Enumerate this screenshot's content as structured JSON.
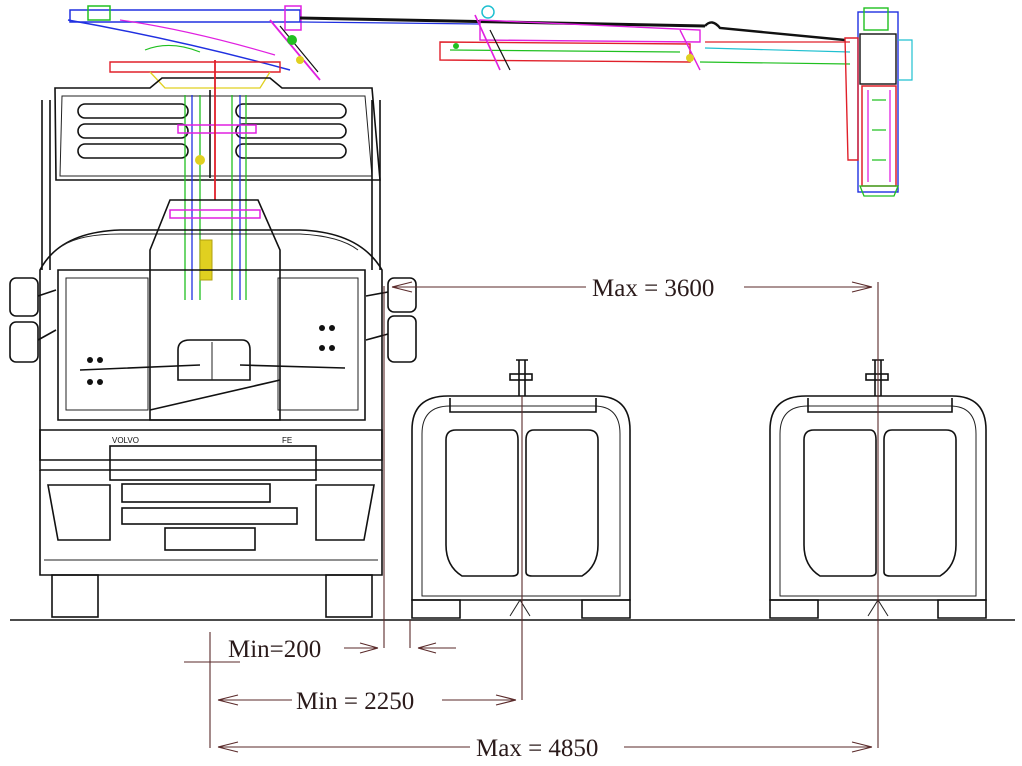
{
  "dimensions": {
    "max_reach": {
      "label": "Max = 3600"
    },
    "min_gap": {
      "label": "Min=200"
    },
    "min_center": {
      "label": "Min = 2250"
    },
    "max_center": {
      "label": "Max = 4850"
    }
  },
  "truck": {
    "brand_mark": "VOLVO",
    "model_mark": "FE"
  },
  "colors": {
    "ink": "#111111",
    "dimension": "#5a2a2a",
    "arm_red": "#e0202a",
    "arm_magenta": "#e020e0",
    "arm_green": "#20c020",
    "arm_blue": "#2030e0",
    "arm_cyan": "#20c0d0",
    "arm_yellow": "#e0d020"
  }
}
